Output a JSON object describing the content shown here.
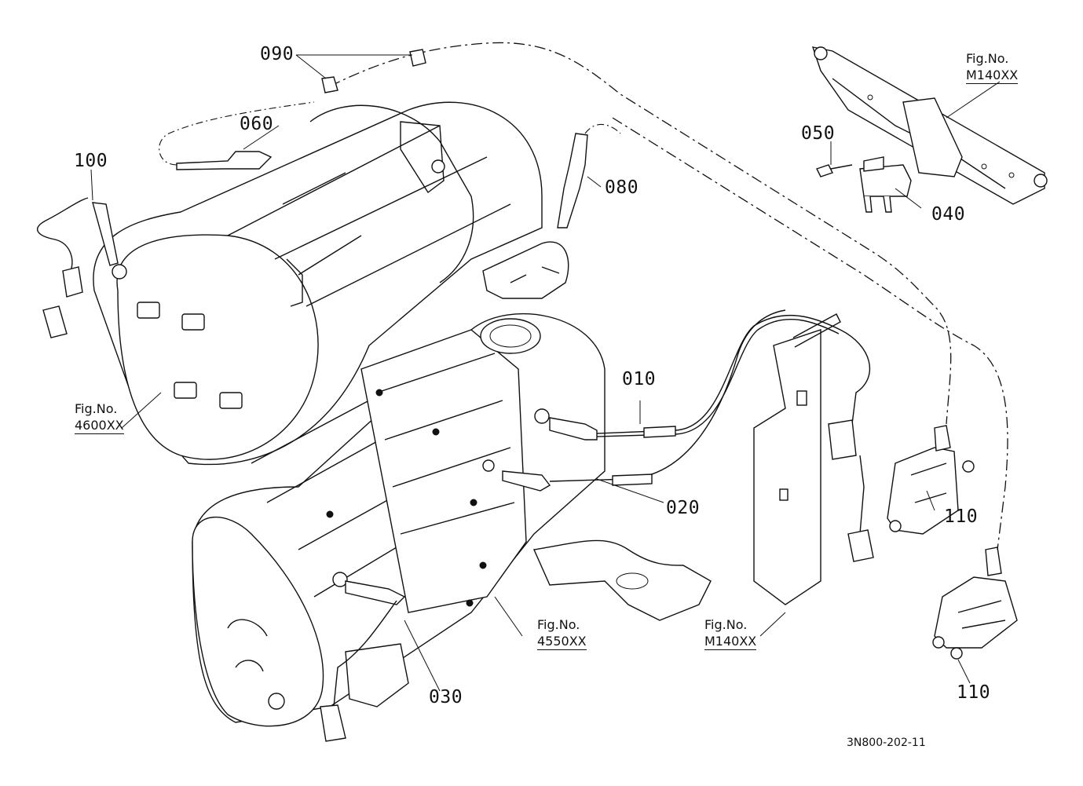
{
  "parts": [
    {
      "num": "090"
    },
    {
      "num": "060"
    },
    {
      "num": "100"
    },
    {
      "num": "080"
    },
    {
      "num": "050"
    },
    {
      "num": "040"
    },
    {
      "num": "010"
    },
    {
      "num": "020"
    },
    {
      "num": "110"
    },
    {
      "num": "110"
    },
    {
      "num": "030"
    }
  ],
  "figure_refs": [
    {
      "line1": "Fig.No.",
      "line2": "M140XX"
    },
    {
      "line1": "Fig.No.",
      "line2": "4600XX"
    },
    {
      "line1": "Fig.No.",
      "line2": "4550XX"
    },
    {
      "line1": "Fig.No.",
      "line2": "M140XX"
    }
  ],
  "drawing_code": "3N800-202-11"
}
